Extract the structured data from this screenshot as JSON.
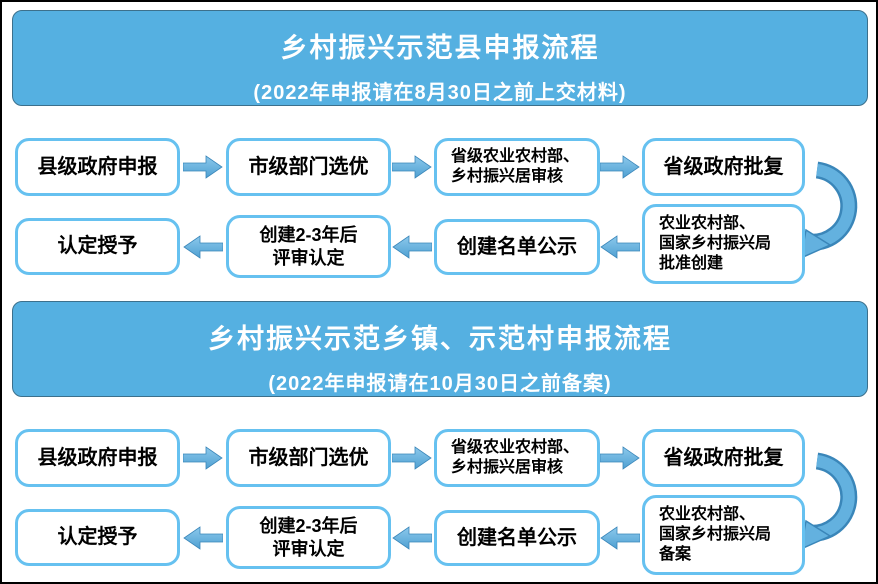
{
  "colors": {
    "banner_bg": "#55B0E1",
    "banner_border": "#3C708C",
    "banner_text": "#FFFFFF",
    "box_border": "#66C1F0",
    "box_text": "#000000",
    "arrow_light": "#8CC9EC",
    "arrow_mid": "#63B1DF",
    "arrow_dark": "#4FA0D2",
    "arrow_outline": "#3A86B9",
    "page_border": "#000000"
  },
  "sections": [
    {
      "title": "乡村振兴示范县申报流程",
      "subtitle": "(2022年申报请在8月30日之前上交材料)",
      "row1": [
        "县级政府申报",
        "市级部门选优",
        "省级农业农村部、\n乡村振兴居审核",
        "省级政府批复"
      ],
      "row2": [
        "认定授予",
        "创建2-3年后\n评审认定",
        "创建名单公示",
        "农业农村部、\n国家乡村振兴局\n批准创建"
      ]
    },
    {
      "title": "乡村振兴示范乡镇、示范村申报流程",
      "subtitle": "(2022年申报请在10月30日之前备案)",
      "row1": [
        "县级政府申报",
        "市级部门选优",
        "省级农业农村部、\n乡村振兴居审核",
        "省级政府批复"
      ],
      "row2": [
        "认定授予",
        "创建2-3年后\n评审认定",
        "创建名单公示",
        "农业农村部、\n国家乡村振兴局\n备案"
      ]
    }
  ]
}
